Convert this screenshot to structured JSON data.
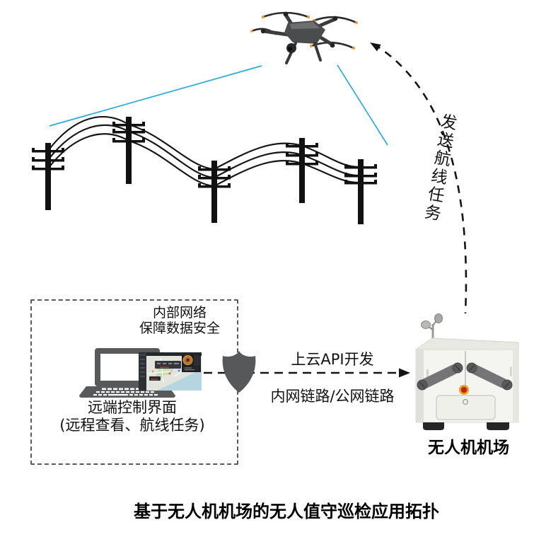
{
  "title": "基于无人机机场的无人值守巡检应用拓扑",
  "mission_arrow": {
    "label": "发送航线任务"
  },
  "api_link": {
    "top_label": "上云API开发",
    "bottom_label": "内网链路/公网链路"
  },
  "control_box": {
    "note_line1": "内部网络",
    "note_line2": "保障数据安全",
    "caption_line1": "远端控制界面",
    "caption_line2": "(远程查看、航线任务)"
  },
  "dock": {
    "label": "无人机机场"
  },
  "colors": {
    "scan_line": "#29ABE2",
    "gray_dark": "#58595B",
    "arrow_black": "#111111",
    "box_border": "#5A5A5A",
    "estop_red": "#C81E1E",
    "prop_tip_orange": "#E8962E"
  }
}
